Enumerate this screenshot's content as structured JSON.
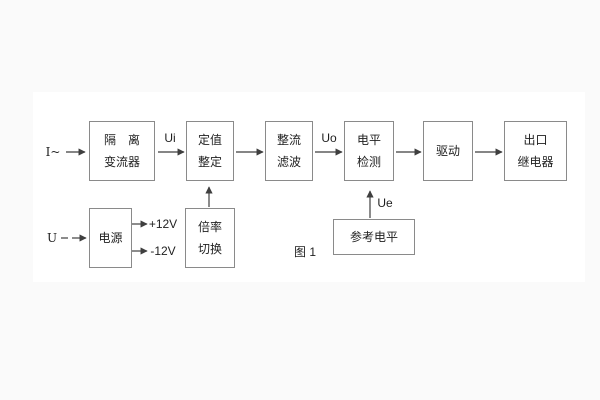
{
  "page": {
    "background": "#fafafa",
    "panel_background": "#ffffff"
  },
  "figure": {
    "caption": "图 1",
    "colors": {
      "line": "#3f3f3f",
      "text": "#1f1f1f",
      "box_border": "#8a8a8a"
    },
    "blocks": {
      "isolation": {
        "line1": "隔　离",
        "line2": "变流器"
      },
      "setting": {
        "line1": "定值",
        "line2": "整定"
      },
      "rectify": {
        "line1": "整流",
        "line2": "滤波"
      },
      "level": {
        "line1": "电平",
        "line2": "检测"
      },
      "drive": {
        "line1": "驱动"
      },
      "output_relay": {
        "line1": "出口",
        "line2": "继电器"
      },
      "power": {
        "line1": "电源"
      },
      "ratio": {
        "line1": "倍率",
        "line2": "切换"
      },
      "reference": {
        "line1": "参考电平"
      }
    },
    "labels": {
      "input_current": "I~",
      "ui": "Ui",
      "uo": "Uo",
      "ue": "Ue",
      "input_voltage": "U",
      "rail_positive": "+12V",
      "rail_negative": "-12V"
    }
  }
}
